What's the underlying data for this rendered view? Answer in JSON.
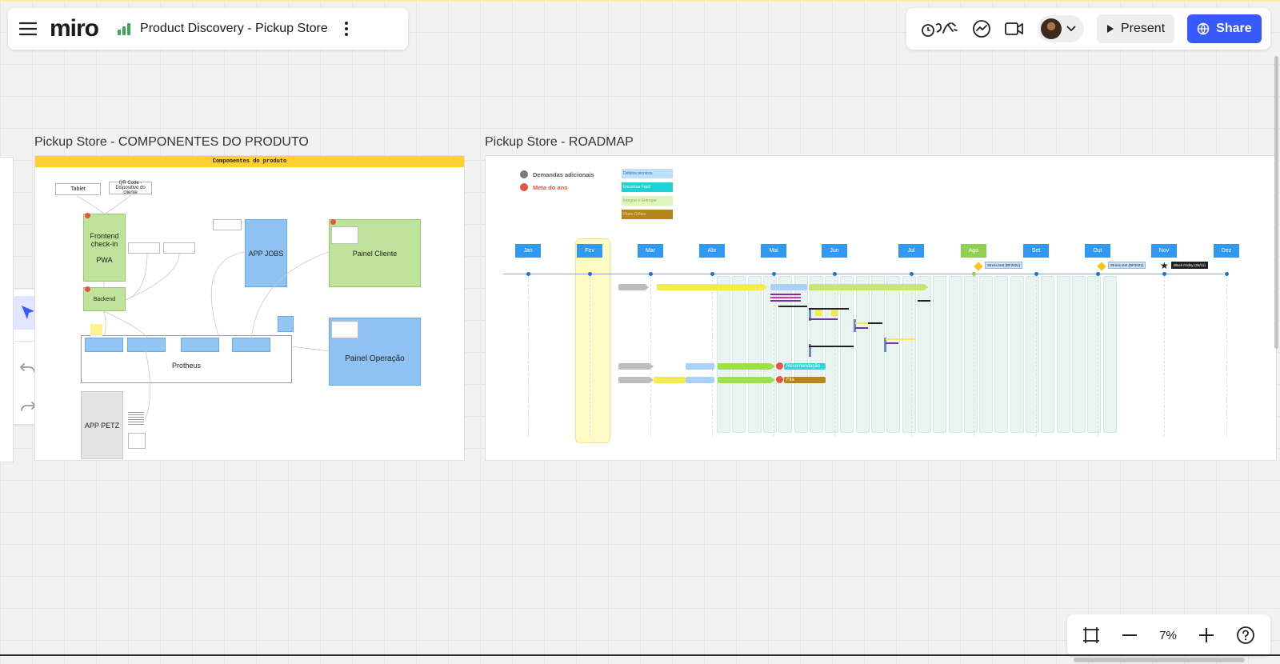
{
  "app": {
    "logo": "miro",
    "board_title": "Product Discovery - Pickup Store"
  },
  "toolbar": {
    "present_label": "Present",
    "share_label": "Share"
  },
  "zoom": {
    "level": "7%"
  },
  "frames": {
    "components": {
      "label": "Pickup Store - COMPONENTES DO PRODUTO",
      "header": "Componentes do produto",
      "boxes": {
        "tablet": "Tablet",
        "qr": "QR Code - Dispositivo do cliente",
        "frontend": "Frontend check-in\n\nPWA",
        "backend": "Backend",
        "app_jobs": "APP JOBS",
        "painel_cliente": "Painel Cliente",
        "painel_operacao": "Painel Operação",
        "protheus": "Protheus",
        "app_petz": "APP PETZ"
      }
    },
    "roadmap": {
      "label": "Pickup Store - ROADMAP",
      "legend": [
        {
          "label": "Demandas adicionais",
          "color": "#7a7a7a"
        },
        {
          "label": "Meta do ano",
          "color": "#e8553f"
        }
      ],
      "legend_boxes": [
        {
          "label": "Débitos técnicos",
          "color": "#bfe0fb"
        },
        {
          "label": "Encontrar Fácil",
          "color": "#1fd1d4"
        },
        {
          "label": "Integrar e Entregar",
          "color": "#e0f4bd"
        },
        {
          "label": "Fluxo Crítico",
          "color": "#b5861c"
        }
      ],
      "months": [
        "Jan",
        "Fev",
        "Mar",
        "Abr",
        "Mai",
        "Jun",
        "Jul",
        "Ago",
        "Set",
        "Out",
        "Nov",
        "Dez"
      ],
      "milestones": [
        {
          "label": "Stress test (BF2021)"
        },
        {
          "label": "Stress test (BF2021)"
        },
        {
          "label": "Black Friday (26/11)"
        }
      ],
      "bars": [
        {
          "label": "Recomendação",
          "color": "#2bd6dc"
        },
        {
          "label": "Fila",
          "color": "#b5861c"
        }
      ]
    }
  },
  "icons": {
    "menu": "menu-icon",
    "more": "more-vertical-icon",
    "reactions": "reactions-icon",
    "chat": "chat-icon",
    "video": "video-icon",
    "chevron": "chevron-down-icon",
    "play": "play-icon",
    "globe": "globe-icon",
    "select": "cursor-select-icon",
    "undo": "undo-icon",
    "redo": "redo-icon",
    "fit": "fit-to-screen-icon",
    "zoom_out": "minus-icon",
    "zoom_in": "plus-icon",
    "help": "help-icon"
  },
  "colors": {
    "accent": "#3859ff",
    "frame_header": "#ffd02f",
    "month_badge": "#2f99f3",
    "sticky_green": "#bfe39a",
    "sticky_blue": "#8dc2f3"
  }
}
